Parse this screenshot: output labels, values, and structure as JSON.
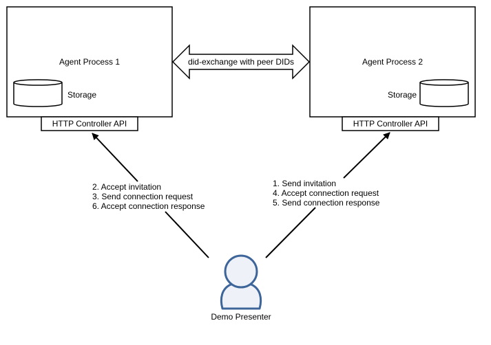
{
  "agent1": {
    "title": "Agent Process 1",
    "storage_label": "Storage",
    "api_label": "HTTP Controller API"
  },
  "agent2": {
    "title": "Agent Process 2",
    "storage_label": "Storage",
    "api_label": "HTTP Controller API"
  },
  "exchange": {
    "label": "did-exchange with peer DIDs"
  },
  "left_steps": [
    "2. Accept invitation",
    "3. Send connection request",
    "6. Accept connection response"
  ],
  "right_steps": [
    "1. Send invitation",
    "4. Accept connection request",
    "5. Send connection response"
  ],
  "presenter": {
    "label": "Demo Presenter"
  },
  "colors": {
    "stroke": "#000000",
    "person_stroke": "#3d6599",
    "person_fill": "#eef2f8"
  }
}
